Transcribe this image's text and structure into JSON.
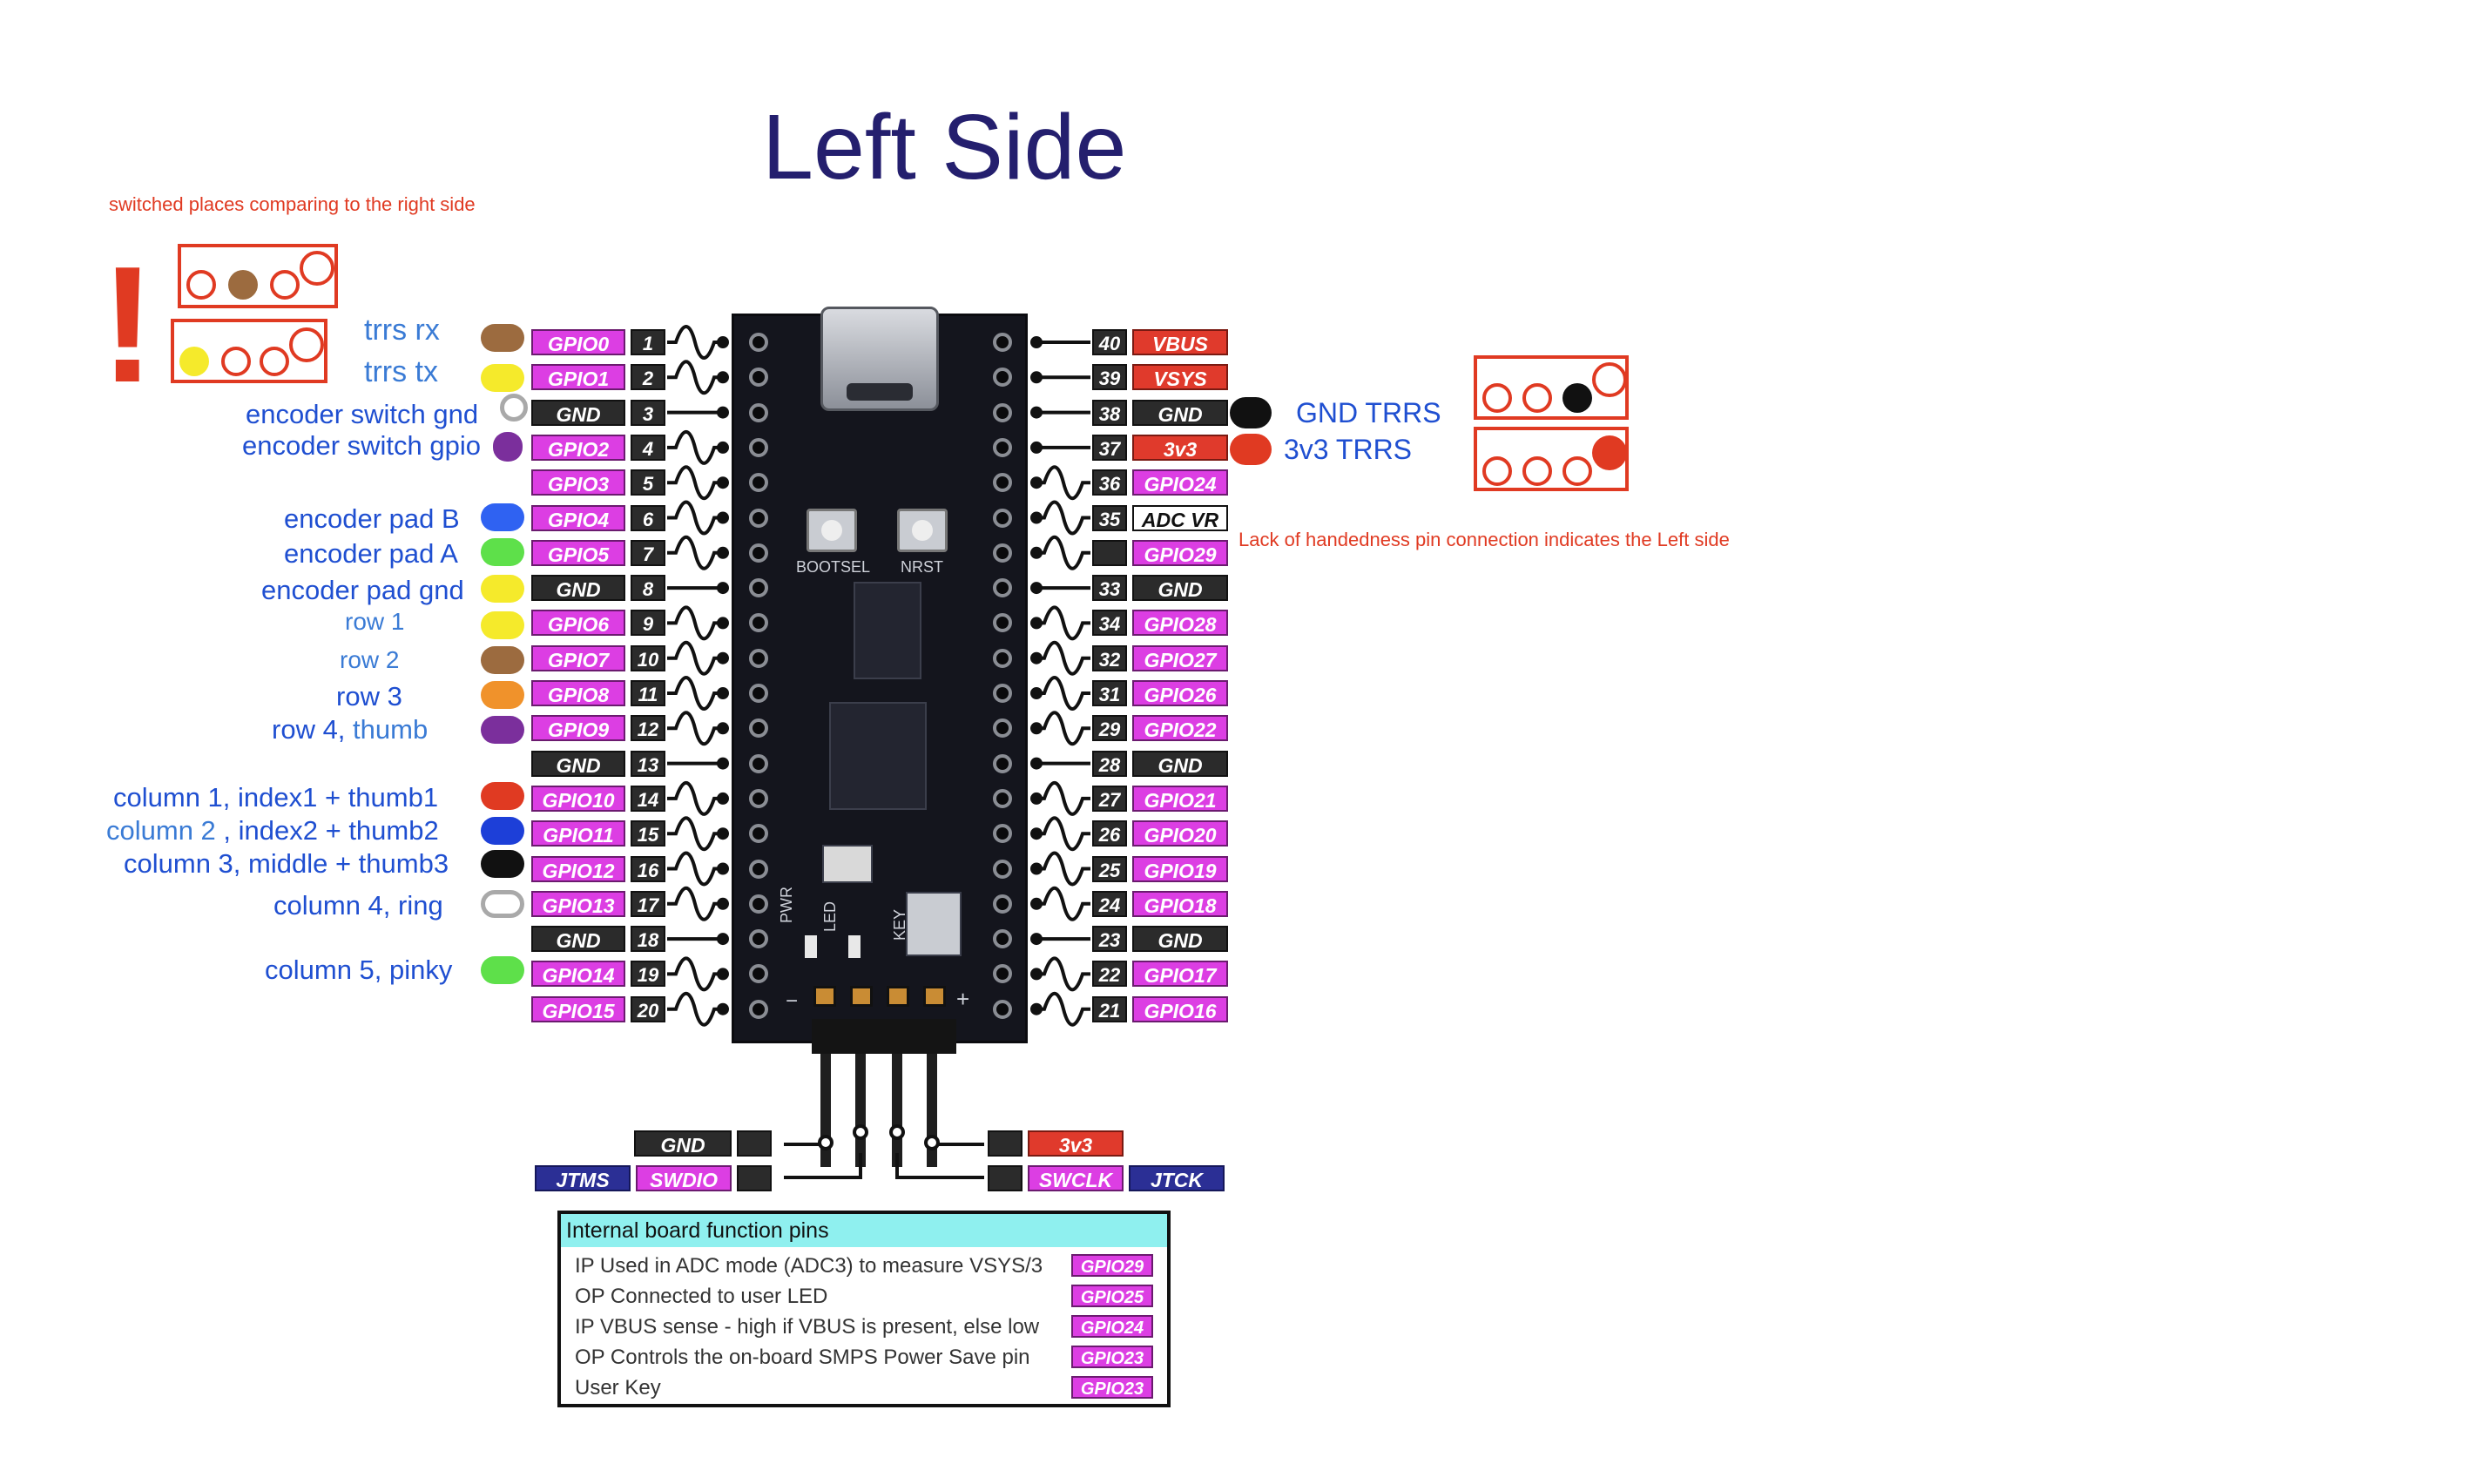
{
  "title": "Left Side",
  "notes": {
    "switched": "switched places comparing to the right side",
    "handedness": "Lack of handedness pin connection indicates the Left side",
    "bang": "!"
  },
  "board": {
    "silk": {
      "bootsel": "BOOTSEL",
      "nrst": "NRST",
      "pwr": "PWR",
      "led": "LED",
      "key": "KEY",
      "minus": "−",
      "plus": "+"
    }
  },
  "left_pins": [
    {
      "label": "GPIO0",
      "num": "1",
      "kind": "gpio"
    },
    {
      "label": "GPIO1",
      "num": "2",
      "kind": "gpio"
    },
    {
      "label": "GND",
      "num": "3",
      "kind": "gnd"
    },
    {
      "label": "GPIO2",
      "num": "4",
      "kind": "gpio"
    },
    {
      "label": "GPIO3",
      "num": "5",
      "kind": "gpio"
    },
    {
      "label": "GPIO4",
      "num": "6",
      "kind": "gpio"
    },
    {
      "label": "GPIO5",
      "num": "7",
      "kind": "gpio"
    },
    {
      "label": "GND",
      "num": "8",
      "kind": "gnd"
    },
    {
      "label": "GPIO6",
      "num": "9",
      "kind": "gpio"
    },
    {
      "label": "GPIO7",
      "num": "10",
      "kind": "gpio"
    },
    {
      "label": "GPIO8",
      "num": "11",
      "kind": "gpio"
    },
    {
      "label": "GPIO9",
      "num": "12",
      "kind": "gpio"
    },
    {
      "label": "GND",
      "num": "13",
      "kind": "gnd"
    },
    {
      "label": "GPIO10",
      "num": "14",
      "kind": "gpio"
    },
    {
      "label": "GPIO11",
      "num": "15",
      "kind": "gpio"
    },
    {
      "label": "GPIO12",
      "num": "16",
      "kind": "gpio"
    },
    {
      "label": "GPIO13",
      "num": "17",
      "kind": "gpio"
    },
    {
      "label": "GND",
      "num": "18",
      "kind": "gnd"
    },
    {
      "label": "GPIO14",
      "num": "19",
      "kind": "gpio"
    },
    {
      "label": "GPIO15",
      "num": "20",
      "kind": "gpio"
    }
  ],
  "right_pins": [
    {
      "label": "VBUS",
      "num": "40",
      "kind": "pwr"
    },
    {
      "label": "VSYS",
      "num": "39",
      "kind": "pwr"
    },
    {
      "label": "GND",
      "num": "38",
      "kind": "gnd"
    },
    {
      "label": "3v3",
      "num": "37",
      "kind": "pwr"
    },
    {
      "label": "GPIO24",
      "num": "36",
      "kind": "gpio"
    },
    {
      "label": "ADC VR",
      "num": "35",
      "kind": "adc"
    },
    {
      "label": "GPIO29",
      "num": "",
      "kind": "gpio"
    },
    {
      "label": "GND",
      "num": "33",
      "kind": "gnd"
    },
    {
      "label": "GPIO28",
      "num": "34",
      "kind": "gpio"
    },
    {
      "label": "GPIO27",
      "num": "32",
      "kind": "gpio"
    },
    {
      "label": "GPIO26",
      "num": "31",
      "kind": "gpio"
    },
    {
      "label": "GPIO22",
      "num": "29",
      "kind": "gpio"
    },
    {
      "label": "GND",
      "num": "28",
      "kind": "gnd"
    },
    {
      "label": "GPIO21",
      "num": "27",
      "kind": "gpio"
    },
    {
      "label": "GPIO20",
      "num": "26",
      "kind": "gpio"
    },
    {
      "label": "GPIO19",
      "num": "25",
      "kind": "gpio"
    },
    {
      "label": "GPIO18",
      "num": "24",
      "kind": "gpio"
    },
    {
      "label": "GND",
      "num": "23",
      "kind": "gnd"
    },
    {
      "label": "GPIO17",
      "num": "22",
      "kind": "gpio"
    },
    {
      "label": "GPIO16",
      "num": "21",
      "kind": "gpio"
    }
  ],
  "debug": {
    "gnd": "GND",
    "jtms": "JTMS",
    "swdio": "SWDIO",
    "v3": "3v3",
    "swclk": "SWCLK",
    "jtck": "JTCK"
  },
  "left_annotations": [
    {
      "text": "trrs rx",
      "color": "#3a7bd5",
      "dot": "#9c6b3f"
    },
    {
      "text": "trrs tx",
      "color": "#3a7bd5",
      "dot": "#f5ea2b"
    },
    {
      "text": "encoder switch gnd",
      "color": "#1f4fd1",
      "dot": "ring-gray"
    },
    {
      "text": "encoder switch gpio",
      "color": "#1f4fd1",
      "dot": "#7b2f9c"
    },
    {
      "text": "encoder pad B",
      "color": "#1f4fd1",
      "dot": "#2f62f2"
    },
    {
      "text": "encoder pad A",
      "color": "#1f4fd1",
      "dot": "#5ee04a"
    },
    {
      "text": "encoder pad gnd",
      "color": "#1f4fd1",
      "dot": "#f5ea2b"
    },
    {
      "text": "row 1",
      "color": "#3a7bd5",
      "dot": "#f5ea2b"
    },
    {
      "text": "row 2",
      "color": "#3a7bd5",
      "dot": "#9c6b3f"
    },
    {
      "text": "row 3",
      "color": "#1f4fd1",
      "dot": "#f0922b"
    },
    {
      "text": "row 4,",
      "suffix": " thumb",
      "color": "#1f4fd1",
      "dot": "#7b2f9c"
    },
    {
      "text": "column 1, index1 + thumb1",
      "color": "#1f4fd1",
      "dot": "#e03a22"
    },
    {
      "text": "column 2",
      "suffix": " , index2 + thumb2",
      "color": "#3a7bd5",
      "dot": "#1d3fd8"
    },
    {
      "text": "column 3, middle + thumb3",
      "color": "#1f4fd1",
      "dot": "#111111"
    },
    {
      "text": "column 4, ring",
      "color": "#1f4fd1",
      "dot": "ring-gray"
    },
    {
      "text": "column 5, pinky",
      "color": "#1f4fd1",
      "dot": "#5ee04a"
    }
  ],
  "right_annotations": [
    {
      "text": "GND TRRS",
      "color": "#1f4fd1",
      "dot": "#111111"
    },
    {
      "text": "3v3  TRRS",
      "color": "#1f4fd1",
      "dot": "#e03a22"
    }
  ],
  "info_table": {
    "header": "Internal board function pins",
    "rows": [
      {
        "desc": "IP Used in ADC mode (ADC3) to measure VSYS/3",
        "gpio": "GPIO29"
      },
      {
        "desc": "OP Connected to user LED",
        "gpio": "GPIO25"
      },
      {
        "desc": "IP VBUS sense - high if VBUS is present, else low",
        "gpio": "GPIO24"
      },
      {
        "desc": "OP Controls the on-board SMPS Power Save pin",
        "gpio": "GPIO23"
      },
      {
        "desc": "User Key",
        "gpio": "GPIO23"
      }
    ]
  },
  "colors": {
    "gpio": "#dc3ee3",
    "gnd": "#2b2b2b",
    "power": "#e03a2c",
    "jtag": "#2b2f95",
    "note_red": "#e03a22",
    "title": "#241f6e"
  }
}
